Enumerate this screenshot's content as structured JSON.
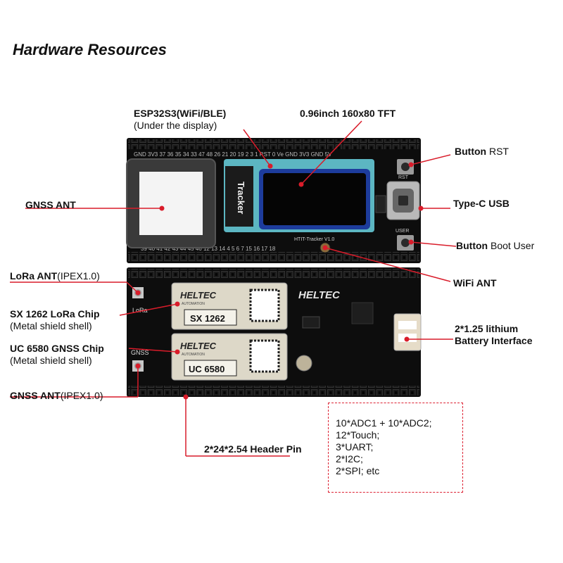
{
  "page_title": "Hardware Resources",
  "colors": {
    "board": "#0d0d0d",
    "leader_line": "#d91c2a",
    "screen_frame": "#5cb6c2",
    "shield": "#ddd8c8"
  },
  "labels": {
    "esp32": {
      "main": "ESP32S3(WiFi/BLE)",
      "sub": "(Under the display)"
    },
    "tft": {
      "main": "0.96inch 160x80 TFT"
    },
    "gnss_ant_top": {
      "main": "GNSS ANT"
    },
    "btn_rst": {
      "main": "Button",
      "rest": " RST"
    },
    "type_c": {
      "main": "Type-C USB"
    },
    "btn_boot": {
      "main": "Button",
      "rest": " Boot User"
    },
    "wifi_ant": {
      "main": "WiFi ANT"
    },
    "lora_ant": {
      "main": "LoRa ANT",
      "rest": "(IPEX1.0)"
    },
    "sx1262": {
      "main": "SX 1262 LoRa Chip",
      "sub": "(Metal shield shell)"
    },
    "uc6580": {
      "main": "UC 6580 GNSS Chip",
      "sub": "(Metal shield shell)"
    },
    "gnss_ant_bottom": {
      "main": "GNSS ANT",
      "rest": "(IPEX1.0)"
    },
    "battery": {
      "line1": "2*1.25 lithium",
      "line2": "Battery Interface"
    },
    "header": {
      "main": "2*24*2.54 Header Pin"
    }
  },
  "specs": [
    "10*ADC1 + 10*ADC2;",
    "12*Touch;",
    "3*UART;",
    "2*I2C;",
    "2*SPI; etc"
  ],
  "board_print": {
    "heltec": "HELTEC",
    "automation": "AUTOMATION",
    "chip1": "SX 1262",
    "chip2": "UC 6580",
    "tracker": "Tracker",
    "version": "HTIT-Tracker V1.0",
    "rst": "RST",
    "user": "USER",
    "lora": "LoRa",
    "gnss": "GNSS",
    "pins_top": "GND 3V3 37 36 35 34 33 47 48 26 21 20 19 2 3 1 RST 0 Ve GND 3V3 GND 5V",
    "pins_mid": "39 40 41 42 43 44 45 46 12 13 14 4 5 6 7 15 16 17 18"
  }
}
